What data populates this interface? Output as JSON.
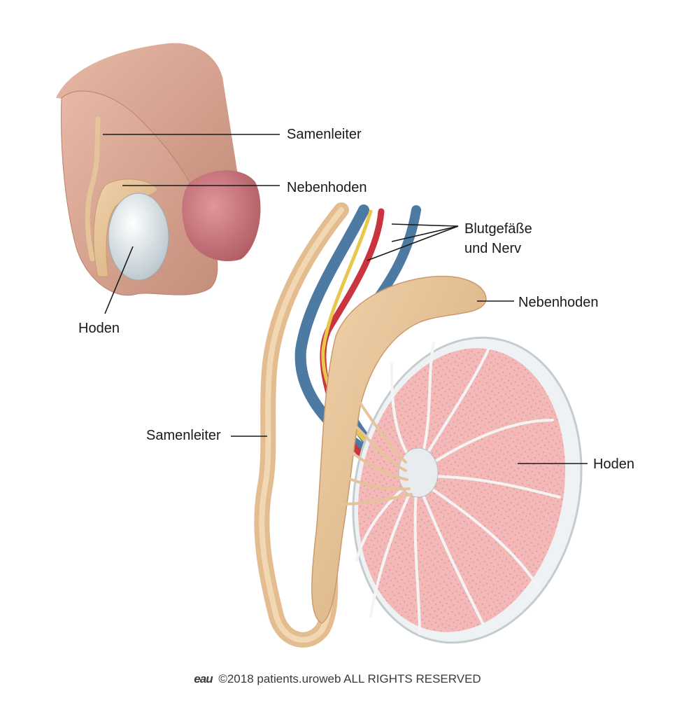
{
  "labels": {
    "samenleiter_top": "Samenleiter",
    "nebenhoden_top": "Nebenhoden",
    "hoden_top": "Hoden",
    "blutgefaesse_line1": "Blutgefäße",
    "blutgefaesse_line2": "und Nerv",
    "nebenhoden_right": "Nebenhoden",
    "samenleiter_left": "Samenleiter",
    "hoden_right": "Hoden"
  },
  "footer": {
    "logo": "eau",
    "text": "©2018 patients.uroweb ALL RIGHTS RESERVED"
  },
  "colors": {
    "skin": "#d9a792",
    "skin_shadow": "#b9826f",
    "glans": "#c9747a",
    "testis_white": "#dfe6ea",
    "epididymis": "#e6c49a",
    "vein": "#4d7aa3",
    "artery": "#c9343f",
    "nerve": "#e8c84a",
    "tissue": "#f2b3b3"
  }
}
